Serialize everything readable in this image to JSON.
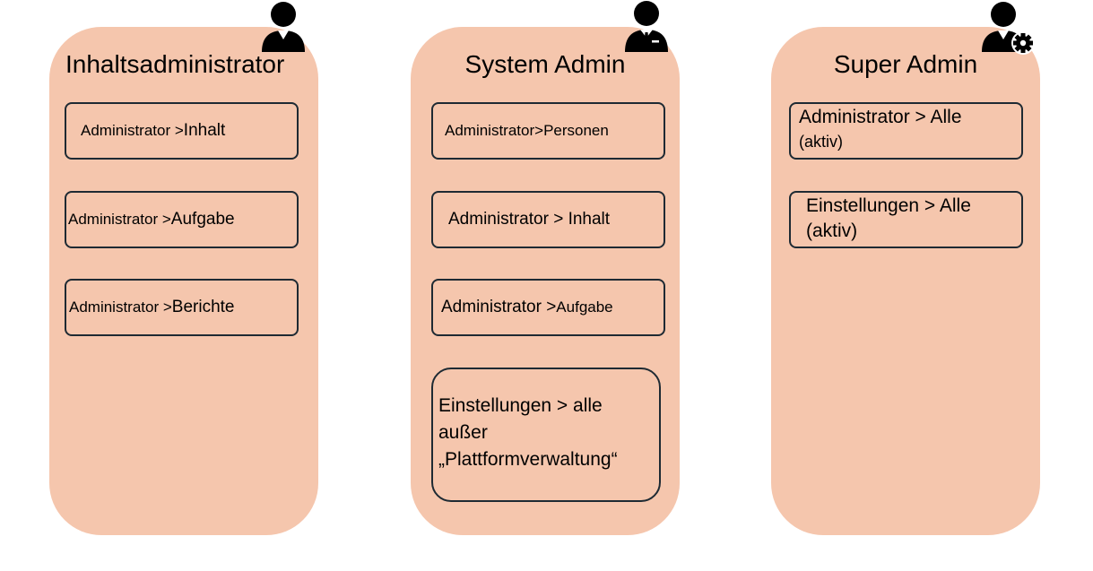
{
  "columns": [
    {
      "title": "Inhaltsadministrator",
      "icon": "user-icon",
      "boxes": [
        {
          "small": "Administrator > ",
          "large": "Inhalt"
        },
        {
          "small": "Administrator > ",
          "large": "Aufgabe"
        },
        {
          "small": "Administrator > ",
          "large": "Berichte"
        }
      ]
    },
    {
      "title": "System Admin",
      "icon": "user-tie-icon",
      "boxes": [
        {
          "small": "Administrator>Personen",
          "large": ""
        },
        {
          "small": "",
          "large": "Administrator > Inhalt"
        },
        {
          "small": "Aufgabe",
          "large": "Administrator > "
        },
        {
          "text": "Einstellungen > alle außer „Plattformverwaltung“"
        }
      ]
    },
    {
      "title": "Super Admin",
      "icon": "user-gear-icon",
      "boxes": [
        {
          "line1": "Administrator > Alle",
          "line2": "(aktiv)"
        },
        {
          "line1": "Einstellungen > Alle",
          "line2": "(aktiv)"
        }
      ]
    }
  ],
  "colors": {
    "column_fill": "#f5c6ad",
    "box_border": "#1e2a33"
  }
}
